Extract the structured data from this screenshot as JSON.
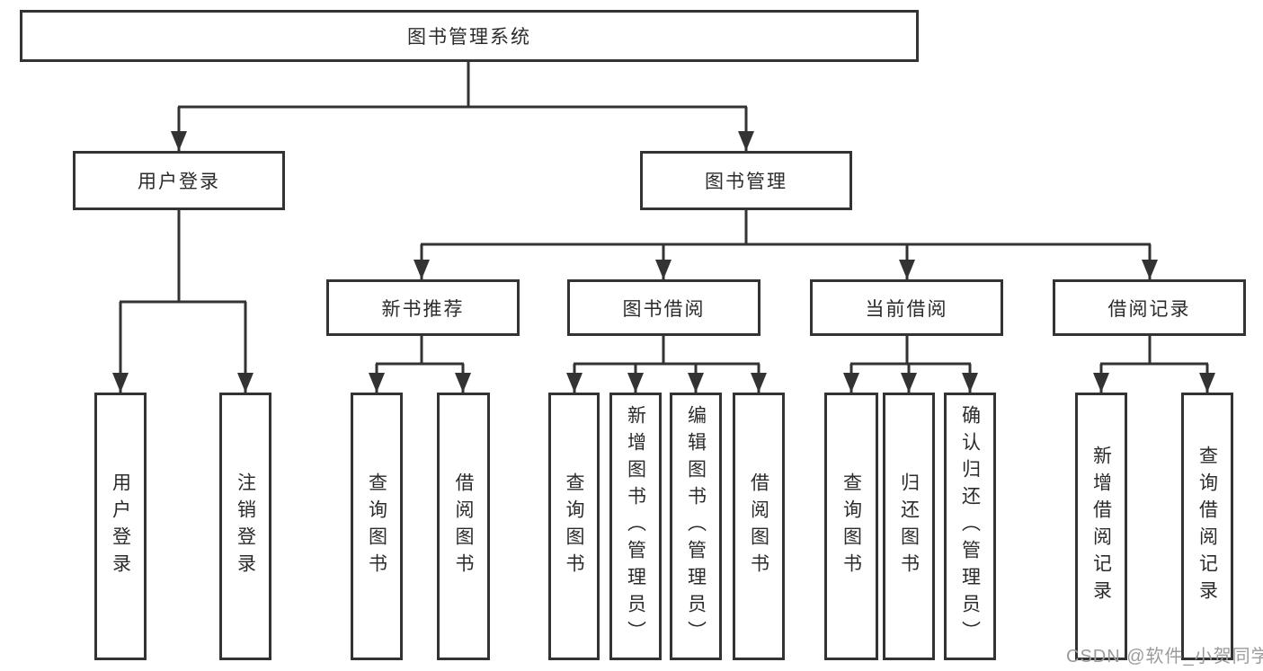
{
  "tree": {
    "label": "图书管理系统",
    "children": [
      {
        "label": "用户登录",
        "children": [
          {
            "label": "用户登录"
          },
          {
            "label": "注销登录"
          }
        ]
      },
      {
        "label": "图书管理",
        "children": [
          {
            "label": "新书推荐",
            "children": [
              {
                "label": "查询图书"
              },
              {
                "label": "借阅图书"
              }
            ]
          },
          {
            "label": "图书借阅",
            "children": [
              {
                "label": "查询图书"
              },
              {
                "label": "新增图书（管理员）"
              },
              {
                "label": "编辑图书（管理员）"
              },
              {
                "label": "借阅图书"
              }
            ]
          },
          {
            "label": "当前借阅",
            "children": [
              {
                "label": "查询图书"
              },
              {
                "label": "归还图书"
              },
              {
                "label": "确认归还（管理员）"
              }
            ]
          },
          {
            "label": "借阅记录",
            "children": [
              {
                "label": "新增借阅记录"
              },
              {
                "label": "查询借阅记录"
              }
            ]
          }
        ]
      }
    ]
  },
  "watermark": {
    "text": "CSDN @软件_小贺同学",
    "color": "#9b9b9b"
  },
  "style": {
    "line_color": "#333333",
    "text_color": "#2b2b2b",
    "background": "#ffffff"
  }
}
